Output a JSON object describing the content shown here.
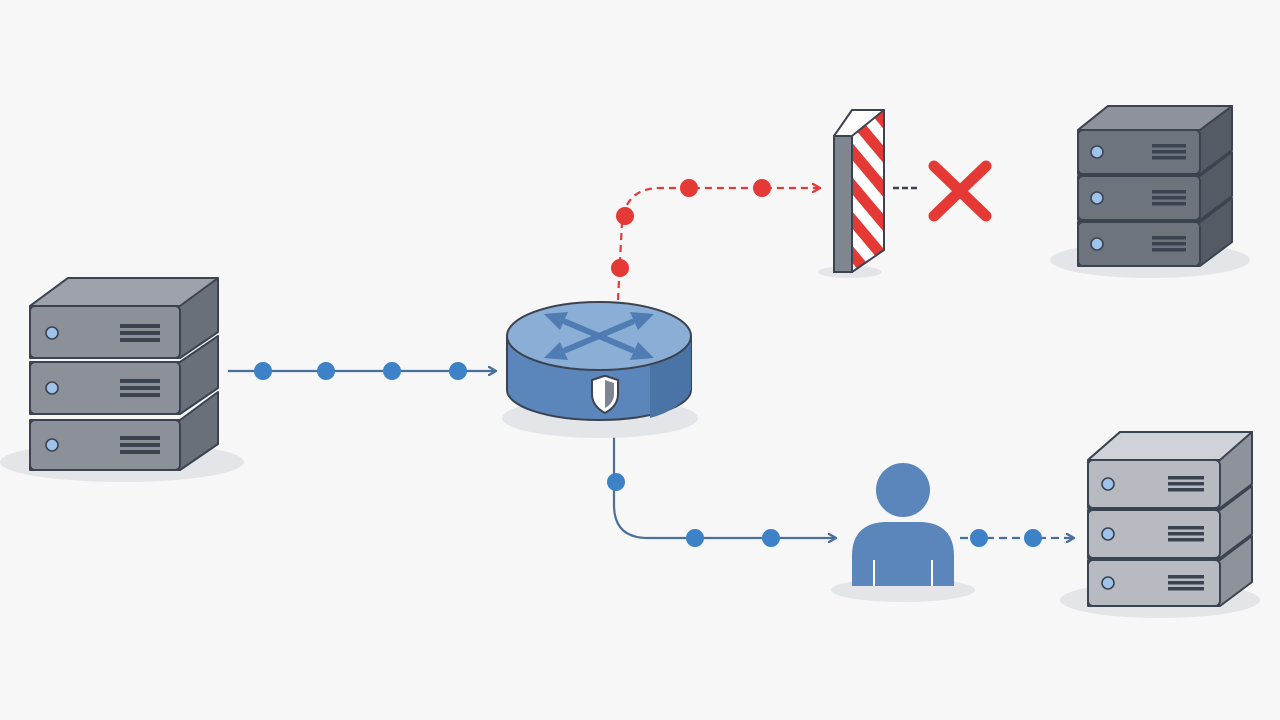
{
  "diagram": {
    "nodes": [
      {
        "id": "source-server",
        "icon": "server-stack-icon",
        "units": 3,
        "color": "#7f8590"
      },
      {
        "id": "router",
        "icon": "router-icon",
        "badge": "shield-icon",
        "color": "#5b86bb"
      },
      {
        "id": "firewall",
        "icon": "firewall-icon",
        "stripe_colors": [
          "#e53935",
          "#ffffff"
        ]
      },
      {
        "id": "blocked-server",
        "icon": "server-stack-icon",
        "units": 3,
        "color": "#6e747d"
      },
      {
        "id": "user",
        "icon": "user-icon",
        "color": "#5b86bb"
      },
      {
        "id": "allowed-server",
        "icon": "server-stack-icon",
        "units": 3,
        "color": "#b7bbc1"
      }
    ],
    "flows": [
      {
        "from": "source-server",
        "to": "router",
        "status": "allowed",
        "color": "#3d82c7"
      },
      {
        "from": "router",
        "to": "firewall",
        "status": "blocked",
        "color": "#e53935"
      },
      {
        "from": "router",
        "to": "user",
        "status": "allowed",
        "color": "#3d82c7"
      },
      {
        "from": "user",
        "to": "allowed-server",
        "status": "allowed",
        "color": "#3d82c7"
      }
    ],
    "blocked_marker": {
      "icon": "cross-icon",
      "color": "#e53935"
    }
  },
  "colors": {
    "background": "#f7f7f8",
    "allowed": "#3d82c7",
    "blocked": "#e53935",
    "outline": "#3c4350"
  }
}
